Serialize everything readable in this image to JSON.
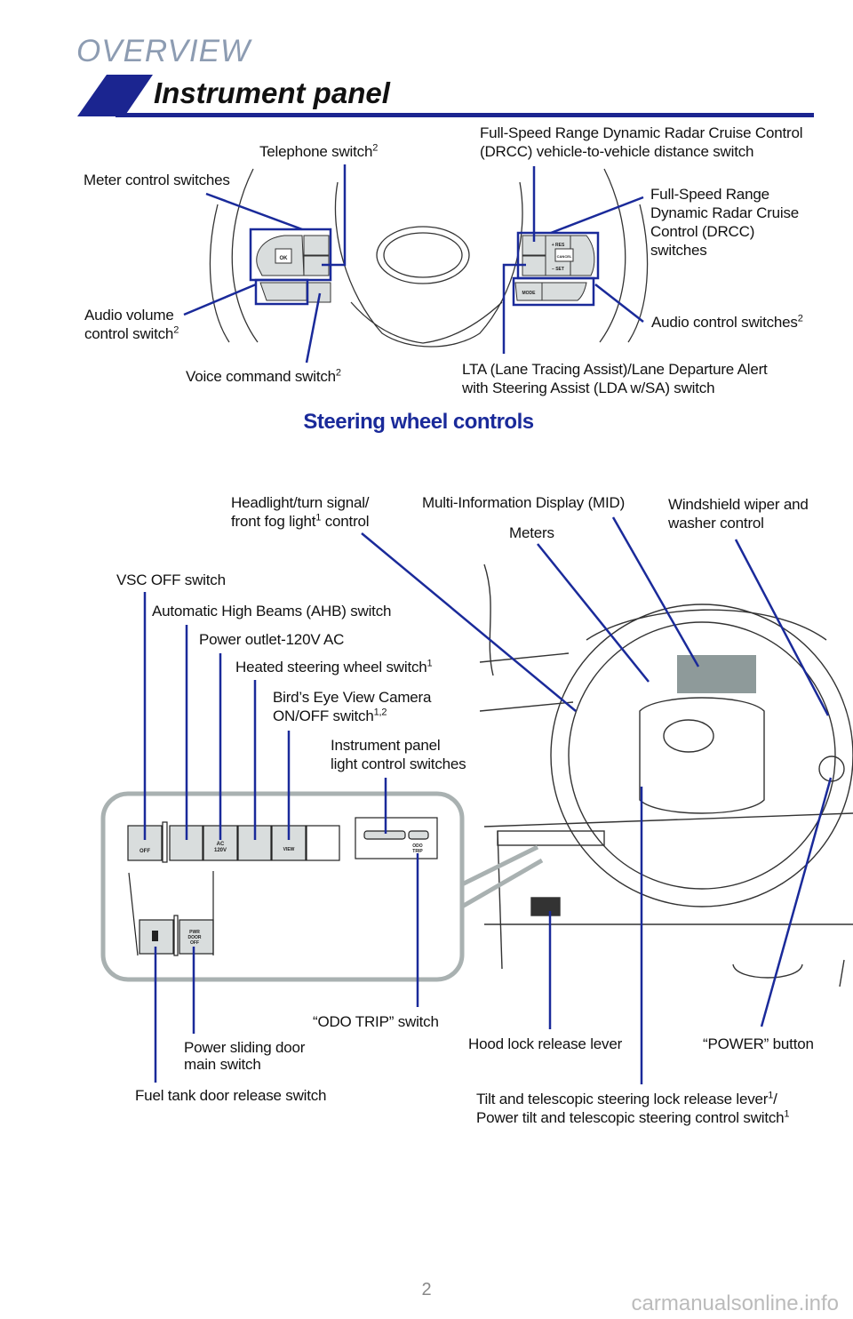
{
  "header": {
    "section": "OVERVIEW",
    "title": "Instrument panel"
  },
  "steering": {
    "caption": "Steering wheel controls",
    "labels": {
      "meter_control": "Meter control switches",
      "telephone": "Telephone switch",
      "telephone_sup": "2",
      "drcc_distance_1": "Full-Speed Range Dynamic Radar Cruise Control",
      "drcc_distance_2": "(DRCC) vehicle-to-vehicle distance switch",
      "drcc_switches_1": "Full-Speed Range",
      "drcc_switches_2": "Dynamic Radar Cruise",
      "drcc_switches_3": "Control (DRCC)",
      "drcc_switches_4": "switches",
      "audio_volume_1": "Audio volume",
      "audio_volume_2": "control switch",
      "audio_volume_sup": "2",
      "voice": "Voice command switch",
      "voice_sup": "2",
      "lta_1": "LTA (Lane Tracing Assist)/Lane Departure Alert",
      "lta_2": "with Steering Assist (LDA w/SA) switch",
      "audio_control": "Audio control switches",
      "audio_control_sup": "2"
    },
    "button_text": {
      "ok": "OK",
      "res": "+ RES",
      "set": "– SET",
      "cancel": "CANCEL",
      "mode": "MODE"
    }
  },
  "dashboard": {
    "labels": {
      "headlight_1": "Headlight/turn signal/",
      "headlight_2": "front fog light",
      "headlight_sup": "1",
      "headlight_3": " control",
      "mid": "Multi-Information Display (MID)",
      "meters": "Meters",
      "wiper_1": "Windshield wiper and",
      "wiper_2": "washer control",
      "vsc": "VSC OFF switch",
      "ahb": "Automatic High Beams (AHB) switch",
      "power_outlet": "Power outlet-120V AC",
      "heated": "Heated steering wheel switch",
      "heated_sup": "1",
      "bev_1": "Bird’s Eye View Camera",
      "bev_2": "ON/OFF switch",
      "bev_sup": "1,2",
      "ipl_1": "Instrument panel",
      "ipl_2": "light control switches",
      "odo": "“ODO TRIP” switch",
      "pwr_door_1": "Power sliding door",
      "pwr_door_2": "main switch",
      "fuel": "Fuel tank door release switch",
      "hood": "Hood lock release lever",
      "power_btn": "“POWER” button",
      "tilt_1": "Tilt and telescopic steering lock release lever",
      "tilt_sup1": "1",
      "tilt_slash": "/",
      "tilt_2": "Power tilt and telescopic steering control switch",
      "tilt_sup2": "1"
    },
    "button_text": {
      "off": "OFF",
      "ac": "AC",
      "v120": "120V",
      "view": "VIEW",
      "odo": "ODO",
      "trip": "TRIP",
      "pwr": "PWR",
      "door": "DOOR",
      "off2": "OFF"
    }
  },
  "footer": {
    "page_number": "2",
    "watermark": "carmanualsonline.info"
  },
  "colors": {
    "accent": "#1b2590",
    "callout": "#1a2a9a",
    "panel_outline": "#a9b1b1",
    "button_fill": "#d9dddd"
  }
}
